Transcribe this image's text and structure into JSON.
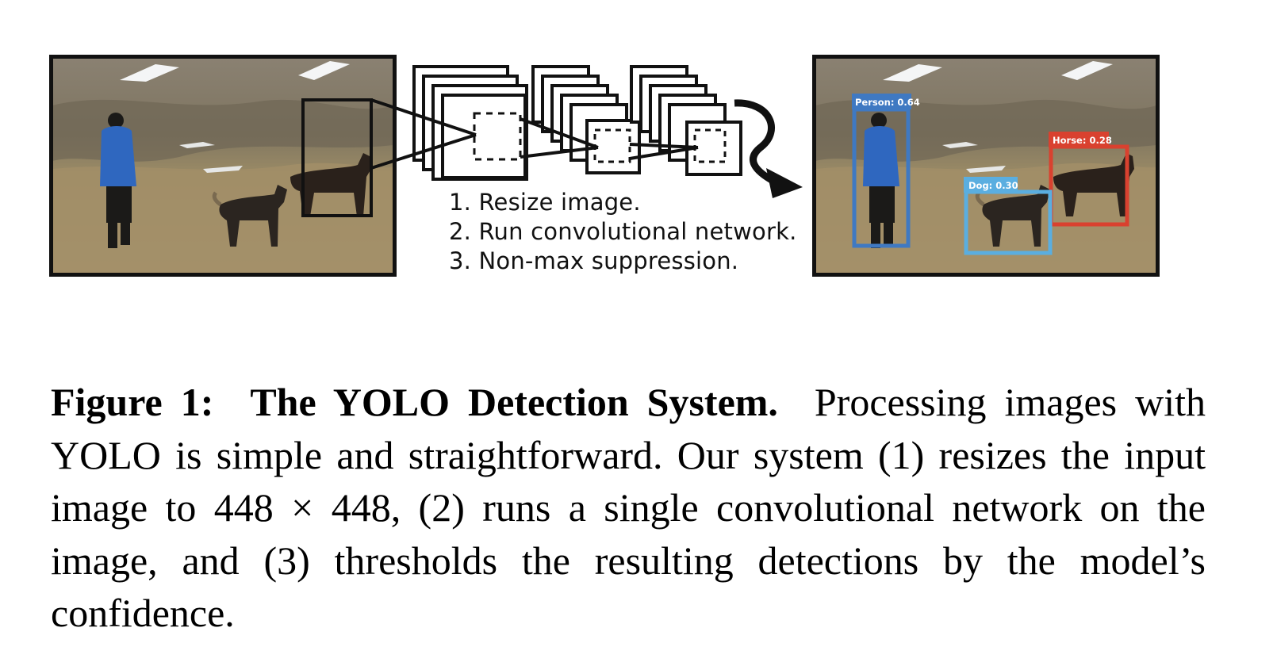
{
  "figure": {
    "steps": [
      "1. Resize image.",
      "2. Run convolutional network.",
      "3. Non-max suppression."
    ],
    "detections": [
      {
        "label": "Person: 0.64",
        "color": "#3f79c2"
      },
      {
        "label": "Horse: 0.28",
        "color": "#d9412f"
      },
      {
        "label": "Dog: 0.30",
        "color": "#5aaee0"
      }
    ],
    "colors": {
      "sky_snow": "#f4f5f6",
      "grass": "#8f7f5a",
      "hill": "#776c57",
      "jacket": "#2f67bf"
    }
  },
  "caption": {
    "label": "Figure 1:",
    "title": "The YOLO Detection System.",
    "body": "Processing images with YOLO is simple and straightforward. Our system (1) resizes the input image to 448 × 448, (2) runs a single convolutional network on the image, and (3) thresholds the resulting detections by the model’s confidence."
  }
}
